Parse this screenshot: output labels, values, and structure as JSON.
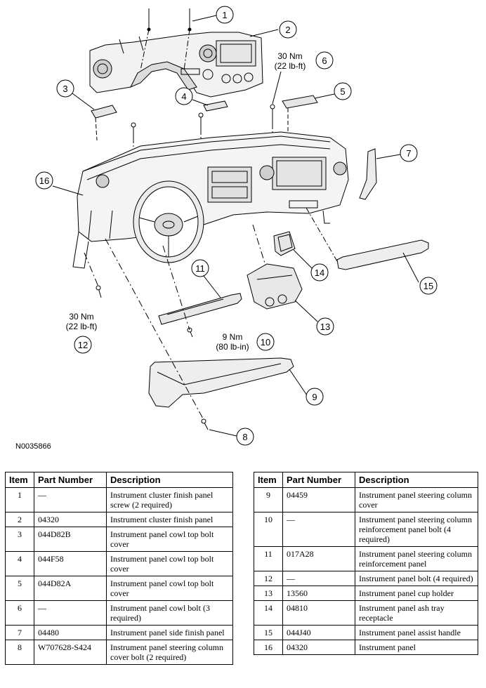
{
  "figure_id": "N0035866",
  "callouts": [
    {
      "num": "1"
    },
    {
      "num": "2"
    },
    {
      "num": "3"
    },
    {
      "num": "4"
    },
    {
      "num": "5"
    },
    {
      "num": "6"
    },
    {
      "num": "7"
    },
    {
      "num": "8"
    },
    {
      "num": "9"
    },
    {
      "num": "10"
    },
    {
      "num": "11"
    },
    {
      "num": "12"
    },
    {
      "num": "13"
    },
    {
      "num": "14"
    },
    {
      "num": "15"
    },
    {
      "num": "16"
    }
  ],
  "torque_labels": {
    "t6_line1": "30 Nm",
    "t6_line2": "(22 lb-ft)",
    "t12_line1": "30 Nm",
    "t12_line2": "(22 lb-ft)",
    "t10_line1": "9 Nm",
    "t10_line2": "(80 lb-in)"
  },
  "table_headers": {
    "item": "Item",
    "part": "Part Number",
    "desc": "Description"
  },
  "parts_left": [
    {
      "item": "1",
      "part": "—",
      "desc": "Instrument cluster finish panel screw (2 required)"
    },
    {
      "item": "2",
      "part": "04320",
      "desc": "Instrument cluster finish panel"
    },
    {
      "item": "3",
      "part": "044D82B",
      "desc": "Instrument panel cowl top bolt cover"
    },
    {
      "item": "4",
      "part": "044F58",
      "desc": "Instrument panel cowl top bolt cover"
    },
    {
      "item": "5",
      "part": "044D82A",
      "desc": "Instrument panel cowl top bolt cover"
    },
    {
      "item": "6",
      "part": "—",
      "desc": "Instrument panel cowl bolt (3 required)"
    },
    {
      "item": "7",
      "part": "04480",
      "desc": "Instrument panel side finish panel"
    },
    {
      "item": "8",
      "part": "W707628-S424",
      "desc": "Instrument panel steering column cover bolt (2 required)"
    }
  ],
  "parts_right": [
    {
      "item": "9",
      "part": "04459",
      "desc": "Instrument panel steering column cover"
    },
    {
      "item": "10",
      "part": "—",
      "desc": "Instrument panel steering column reinforcement panel bolt (4 required)"
    },
    {
      "item": "11",
      "part": "017A28",
      "desc": "Instrument panel steering column reinforcement panel"
    },
    {
      "item": "12",
      "part": "—",
      "desc": "Instrument panel bolt (4 required)"
    },
    {
      "item": "13",
      "part": "13560",
      "desc": "Instrument panel cup holder"
    },
    {
      "item": "14",
      "part": "04810",
      "desc": "Instrument panel ash tray receptacle"
    },
    {
      "item": "15",
      "part": "044J40",
      "desc": "Instrument panel assist handle"
    },
    {
      "item": "16",
      "part": "04320",
      "desc": "Instrument panel"
    }
  ]
}
